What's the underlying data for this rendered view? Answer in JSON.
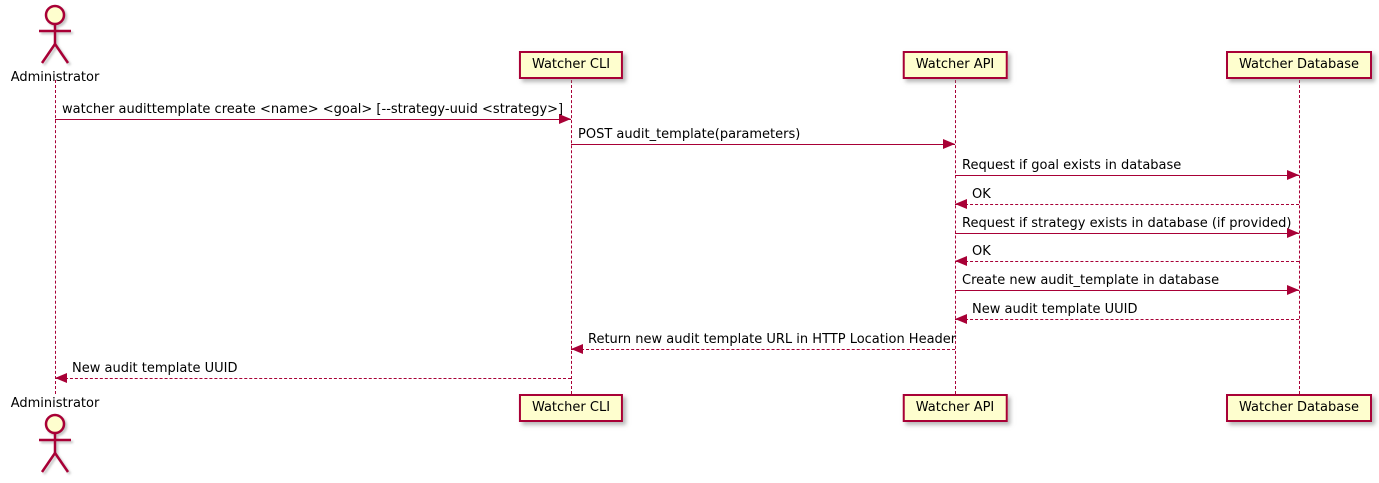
{
  "diagram": {
    "type": "sequence",
    "colors": {
      "accent": "#A80036",
      "participant_fill": "#FEFECE",
      "text": "#000000",
      "background": "#FFFFFF"
    },
    "participants": [
      {
        "id": "administrator",
        "kind": "actor",
        "label": "Administrator"
      },
      {
        "id": "watcher-cli",
        "kind": "participant",
        "label": "Watcher CLI"
      },
      {
        "id": "watcher-api",
        "kind": "participant",
        "label": "Watcher API"
      },
      {
        "id": "watcher-database",
        "kind": "participant",
        "label": "Watcher Database"
      }
    ],
    "messages": [
      {
        "from": "administrator",
        "to": "watcher-cli",
        "line": "solid",
        "text": "watcher audittemplate create <name> <goal> [--strategy-uuid <strategy>]"
      },
      {
        "from": "watcher-cli",
        "to": "watcher-api",
        "line": "solid",
        "text": "POST audit_template(parameters)"
      },
      {
        "from": "watcher-api",
        "to": "watcher-database",
        "line": "solid",
        "text": "Request if goal exists in database"
      },
      {
        "from": "watcher-database",
        "to": "watcher-api",
        "line": "dashed",
        "text": "OK"
      },
      {
        "from": "watcher-api",
        "to": "watcher-database",
        "line": "solid",
        "text": "Request if strategy exists in database (if provided)"
      },
      {
        "from": "watcher-database",
        "to": "watcher-api",
        "line": "dashed",
        "text": "OK"
      },
      {
        "from": "watcher-api",
        "to": "watcher-database",
        "line": "solid",
        "text": "Create new audit_template in database"
      },
      {
        "from": "watcher-database",
        "to": "watcher-api",
        "line": "dashed",
        "text": "New audit template UUID"
      },
      {
        "from": "watcher-api",
        "to": "watcher-cli",
        "line": "dashed",
        "text": "Return new audit template URL in HTTP Location Header"
      },
      {
        "from": "watcher-cli",
        "to": "administrator",
        "line": "dashed",
        "text": "New audit template UUID"
      }
    ]
  }
}
